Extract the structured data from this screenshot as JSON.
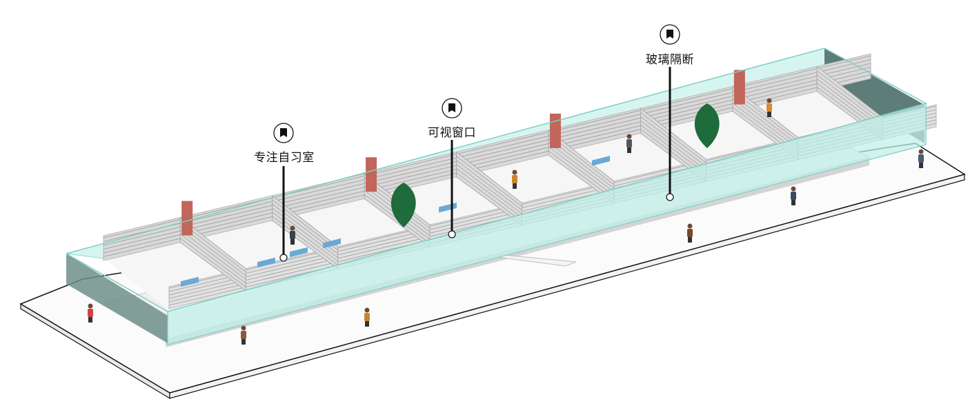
{
  "callouts": [
    {
      "label": "专注自习室",
      "icon": "book-icon"
    },
    {
      "label": "可视窗口",
      "icon": "book-icon"
    },
    {
      "label": "玻璃隔断",
      "icon": "book-icon"
    }
  ],
  "colors": {
    "glass": "#c4f2ec",
    "glass_edge": "#8fd6cc",
    "glass_end": "#5e7c78",
    "shelf": "#d9d9d9",
    "shelf_line": "#9a9a9a",
    "column": "#c0665a",
    "plant": "#1e6b3c",
    "table": "#6aa9d6",
    "plinth": "#ffffff",
    "plinth_edge": "#111111"
  }
}
